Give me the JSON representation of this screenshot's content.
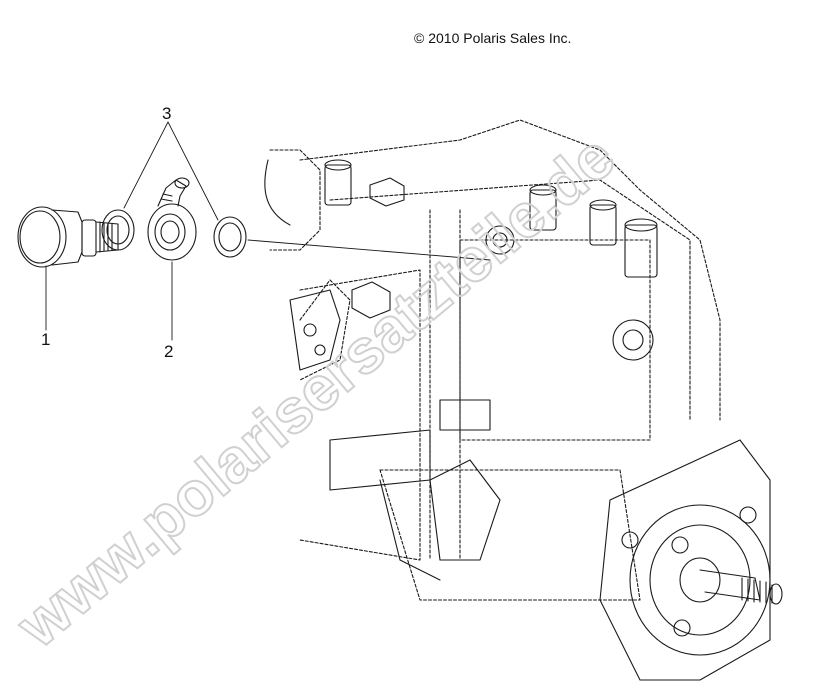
{
  "copyright": "© 2010 Polaris Sales Inc.",
  "callouts": [
    {
      "id": "1",
      "label": "1"
    },
    {
      "id": "2",
      "label": "2"
    },
    {
      "id": "3",
      "label": "3"
    }
  ],
  "watermark": "www.polarisersatzteile.de",
  "colors": {
    "line": "#1a1a1a",
    "watermark": "#d9d9d9"
  }
}
